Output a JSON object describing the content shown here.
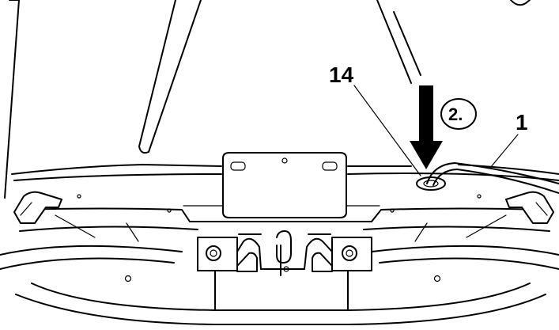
{
  "callouts": {
    "left_label": "14",
    "right_label": "1"
  },
  "step": {
    "label": "2."
  },
  "colors": {
    "line": "#000000",
    "background": "#ffffff",
    "cable": "#888888"
  }
}
